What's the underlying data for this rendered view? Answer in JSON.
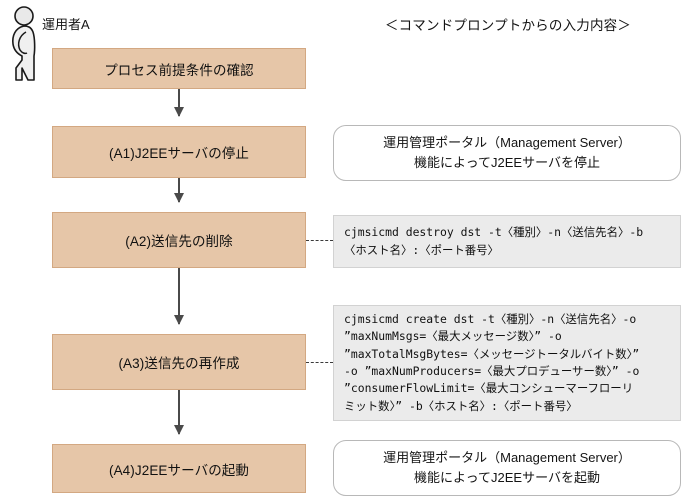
{
  "actor": {
    "icon": "person-standing-icon",
    "label": "運用者A"
  },
  "columns": {
    "right_header": "＜コマンドプロンプトからの入力内容＞"
  },
  "colors": {
    "process_fill": "#e6c6a8",
    "process_border": "#d3a882",
    "note_fill": "#ffffff",
    "note_border": "#b8b8b8",
    "command_fill": "#ebebeb",
    "command_border": "#d2d2d2",
    "arrow": "#4a4a4a"
  },
  "flow": {
    "steps": [
      {
        "id": "step0",
        "label": "プロセス前提条件の確認"
      },
      {
        "id": "step1",
        "label": "(A1)J2EEサーバの停止"
      },
      {
        "id": "step2",
        "label": "(A2)送信先の削除"
      },
      {
        "id": "step3",
        "label": "(A3)送信先の再作成"
      },
      {
        "id": "step4",
        "label": "(A4)J2EEサーバの起動"
      }
    ]
  },
  "notes": {
    "a1": {
      "line1": "運用管理ポータル（Management Server）",
      "line2": "機能によってJ2EEサーバを停止"
    },
    "a4": {
      "line1": "運用管理ポータル（Management Server）",
      "line2": "機能によってJ2EEサーバを起動"
    }
  },
  "commands": {
    "a2": "cjmsicmd destroy dst -t〈種別〉-n〈送信先名〉-b\n〈ホスト名〉:〈ポート番号〉",
    "a3": "cjmsicmd create dst -t〈種別〉-n〈送信先名〉-o\n”maxNumMsgs=〈最大メッセージ数〉” -o\n”maxTotalMsgBytes=〈メッセージトータルバイト数〉”\n-o ”maxNumProducers=〈最大プロデューサー数〉” -o\n”consumerFlowLimit=〈最大コンシューマーフローリ\nミット数〉” -b〈ホスト名〉:〈ポート番号〉"
  }
}
